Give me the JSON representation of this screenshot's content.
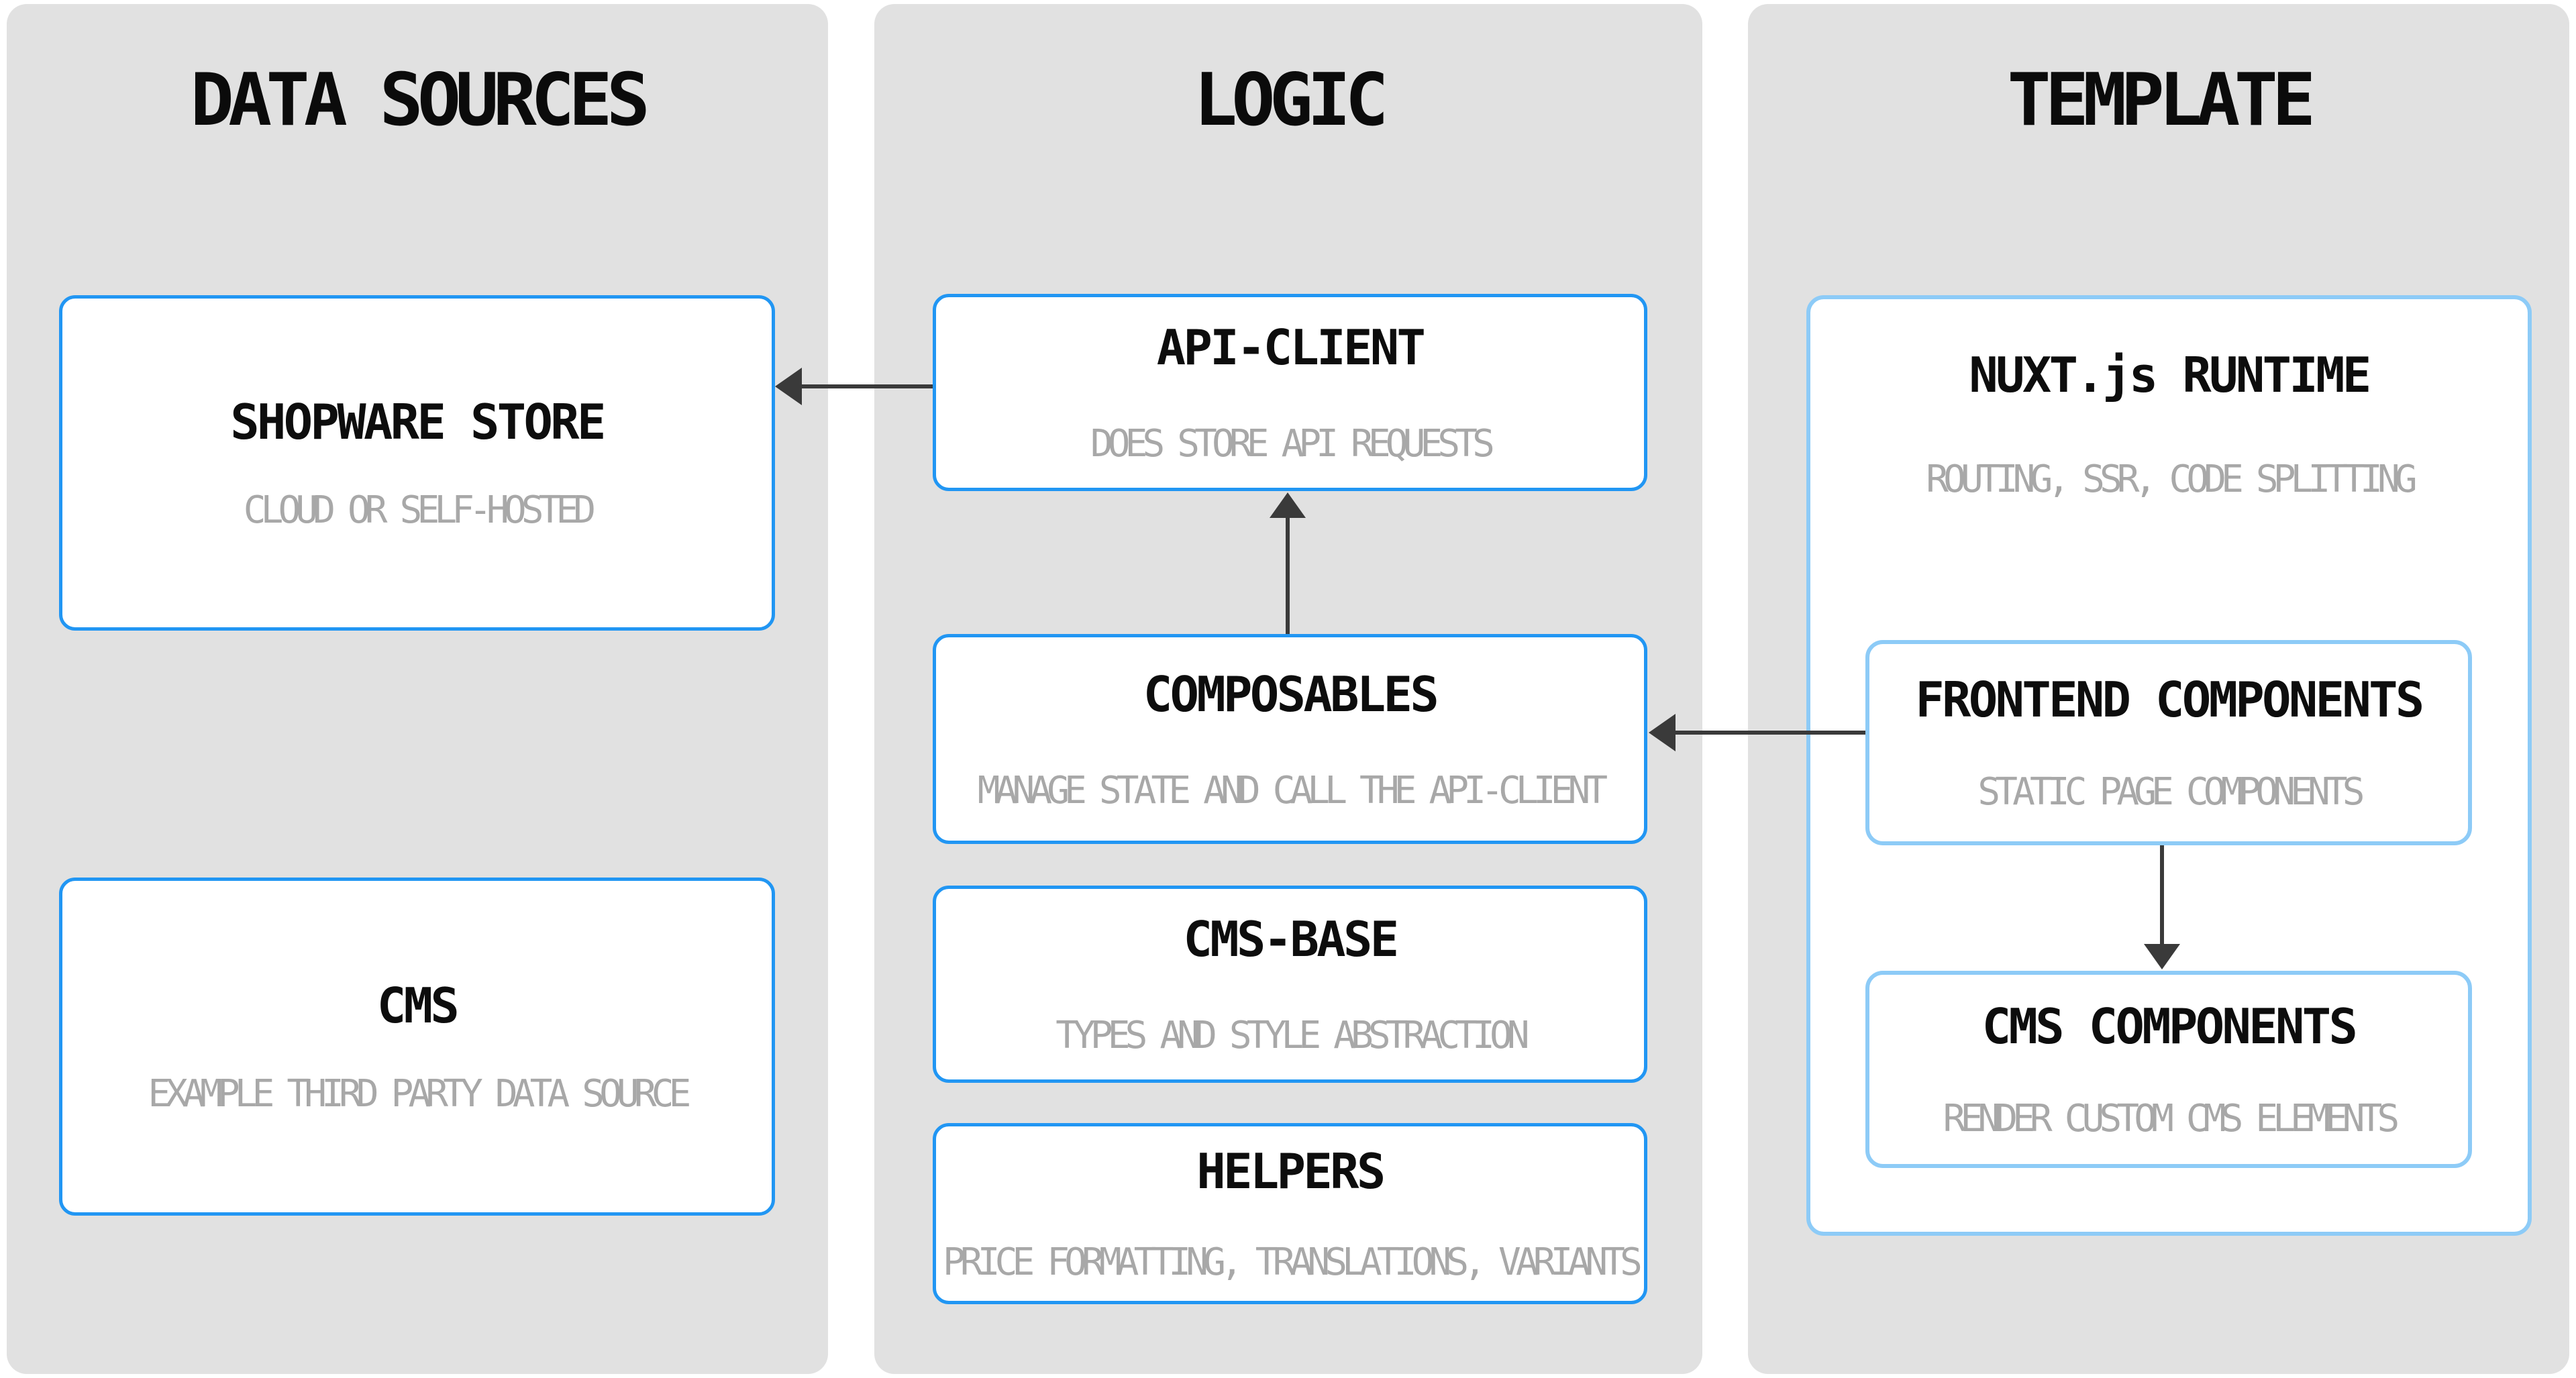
{
  "diagram_title": "Shopware PWA architecture diagram",
  "columns": [
    {
      "id": "data-sources",
      "header": "DATA SOURCES",
      "boxes": [
        {
          "title": "SHOPWARE STORE",
          "subtitle": "CLOUD OR SELF-HOSTED"
        },
        {
          "title": "CMS",
          "subtitle": "EXAMPLE THIRD PARTY DATA SOURCE"
        }
      ]
    },
    {
      "id": "logic",
      "header": "LOGIC",
      "boxes": [
        {
          "title": "API-CLIENT",
          "subtitle": "DOES STORE API REQUESTS"
        },
        {
          "title": "COMPOSABLES",
          "subtitle": "MANAGE STATE AND CALL THE API-CLIENT"
        },
        {
          "title": "CMS-BASE",
          "subtitle": "TYPES AND STYLE ABSTRACTION"
        },
        {
          "title": "HELPERS",
          "subtitle": "PRICE FORMATTING, TRANSLATIONS, VARIANTS"
        }
      ]
    },
    {
      "id": "template",
      "header": "TEMPLATE",
      "boxes": [
        {
          "title": "NUXT.js RUNTIME",
          "subtitle": "ROUTING, SSR, CODE SPLITTING"
        },
        {
          "title": "FRONTEND COMPONENTS",
          "subtitle": "STATIC PAGE COMPONENTS"
        },
        {
          "title": "CMS COMPONENTS",
          "subtitle": "RENDER CUSTOM CMS ELEMENTS"
        }
      ]
    }
  ],
  "arrows": [
    {
      "from": "API-CLIENT",
      "to": "SHOPWARE STORE",
      "direction": "left"
    },
    {
      "from": "COMPOSABLES",
      "to": "API-CLIENT",
      "direction": "up"
    },
    {
      "from": "FRONTEND COMPONENTS",
      "to": "COMPOSABLES",
      "direction": "left"
    },
    {
      "from": "FRONTEND COMPONENTS",
      "to": "CMS COMPONENTS",
      "direction": "down"
    }
  ],
  "colors": {
    "panel_background": "#e1e1e1",
    "node_border_primary": "#2196f3",
    "node_border_light": "#8dcbf7",
    "node_background": "#ffffff",
    "title_text": "#0d0d0d",
    "subtitle_text": "#a8a8a8",
    "arrow": "#3a3a3a"
  }
}
